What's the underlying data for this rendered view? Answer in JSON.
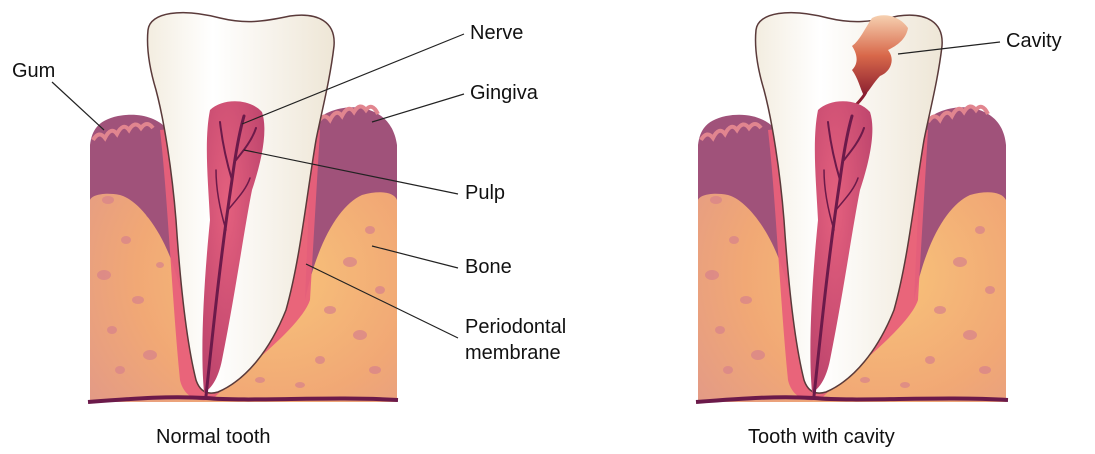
{
  "labels": {
    "gum": "Gum",
    "nerve": "Nerve",
    "gingiva": "Gingiva",
    "pulp": "Pulp",
    "bone": "Bone",
    "periodontal_line1": "Periodontal",
    "periodontal_line2": "membrane",
    "cavity": "Cavity"
  },
  "captions": {
    "normal": "Normal tooth",
    "cavity": "Tooth with cavity"
  },
  "colors": {
    "bone": "#f2b27a",
    "gum": "#a85a78",
    "membrane": "#e8607a",
    "pulp": "#c0406a",
    "nerve": "#6b1a4a",
    "enamel": "#fbf8f1",
    "cavity": "#c0443a"
  }
}
